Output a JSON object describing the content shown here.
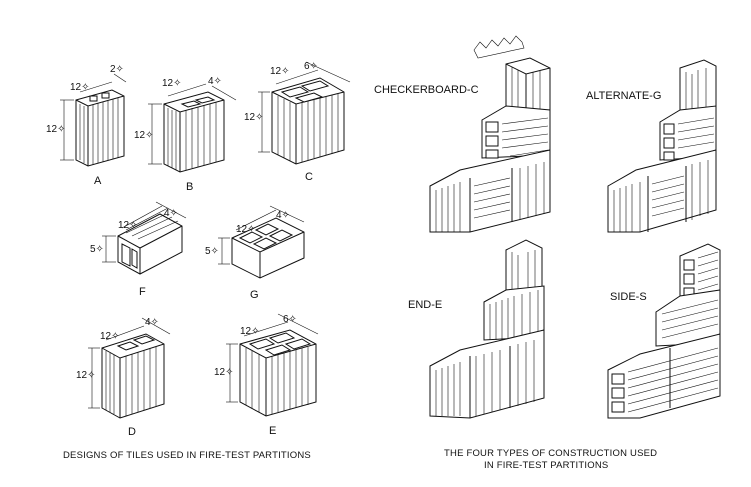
{
  "left_panel": {
    "caption": "DESIGNS OF TILES USED IN FIRE-TEST PARTITIONS",
    "tiles": [
      {
        "id": "A",
        "label": "A",
        "dims": [
          "12✧",
          "2✧",
          "12✧"
        ]
      },
      {
        "id": "B",
        "label": "B",
        "dims": [
          "12✧",
          "4✧",
          "12✧"
        ]
      },
      {
        "id": "C",
        "label": "C",
        "dims": [
          "12✧",
          "6✧",
          "12✧"
        ]
      },
      {
        "id": "F",
        "label": "F",
        "dims": [
          "12✧",
          "4✧",
          "5✧"
        ]
      },
      {
        "id": "G",
        "label": "G",
        "dims": [
          "12✧",
          "4✧",
          "5✧"
        ]
      },
      {
        "id": "D",
        "label": "D",
        "dims": [
          "12✧",
          "4✧",
          "12✧"
        ]
      },
      {
        "id": "E",
        "label": "E",
        "dims": [
          "12✧",
          "6✧",
          "12✧"
        ]
      }
    ]
  },
  "right_panel": {
    "caption_line1": "THE FOUR TYPES OF CONSTRUCTION USED",
    "caption_line2": "IN FIRE-TEST PARTITIONS",
    "constructions": [
      {
        "id": "checkerboard",
        "label": "CHECKERBOARD-C"
      },
      {
        "id": "alternate",
        "label": "ALTERNATE-G"
      },
      {
        "id": "end",
        "label": "END-E"
      },
      {
        "id": "side",
        "label": "SIDE-S"
      }
    ]
  }
}
